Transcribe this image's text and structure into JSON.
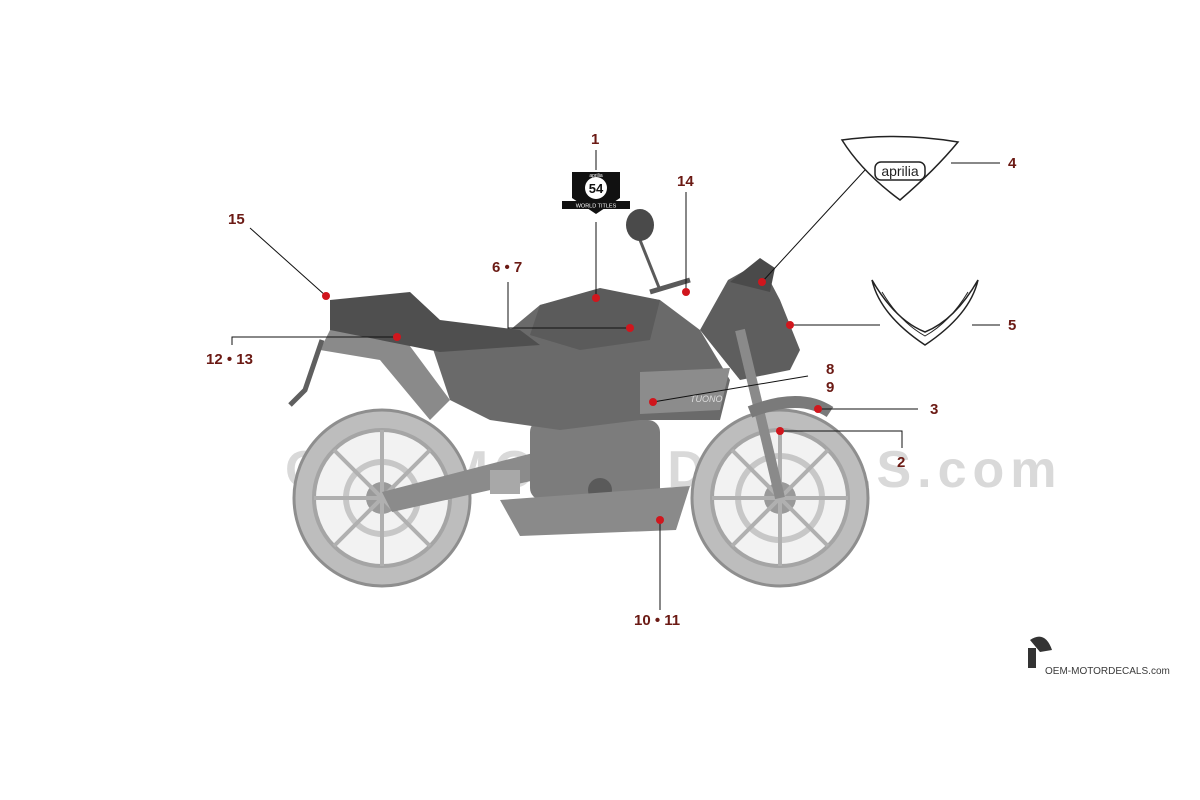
{
  "callouts": [
    {
      "id": "c1",
      "text": "1"
    },
    {
      "id": "c2",
      "text": "2"
    },
    {
      "id": "c3",
      "text": "3"
    },
    {
      "id": "c4",
      "text": "4"
    },
    {
      "id": "c5",
      "text": "5"
    },
    {
      "id": "c67",
      "text": "6 • 7"
    },
    {
      "id": "c8",
      "text": "8"
    },
    {
      "id": "c9",
      "text": "9"
    },
    {
      "id": "c1011",
      "text": "10 • 11"
    },
    {
      "id": "c1213",
      "text": "12 • 13"
    },
    {
      "id": "c14",
      "text": "14"
    },
    {
      "id": "c15",
      "text": "15"
    }
  ],
  "decals": {
    "badge_brand": "aprilia",
    "badge_number": "54",
    "badge_ribbon": "WORLD TITLES",
    "screen_logo": "aprilia",
    "fairing_text": "TUONO"
  },
  "watermark": "OEM-MOTORDECALS.com",
  "site_brand": "OEM-MOTORDECALS.com",
  "colors": {
    "callout": "#6b1a14",
    "marker": "#d0161d",
    "bike": "#6f6f6f"
  }
}
